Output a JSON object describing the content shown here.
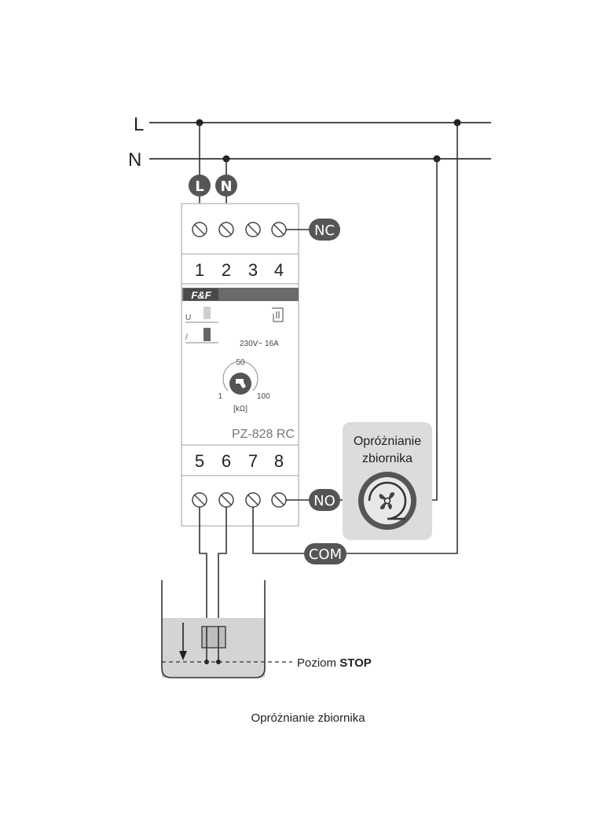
{
  "lines": {
    "l_label": "L",
    "n_label": "N"
  },
  "badges": {
    "l": "L",
    "n": "N",
    "nc": "NC",
    "no": "NO",
    "com": "COM"
  },
  "device": {
    "top_terminals": [
      "1",
      "2",
      "3",
      "4"
    ],
    "bottom_terminals": [
      "5",
      "6",
      "7",
      "8"
    ],
    "brand": "F&F",
    "led_u": "U",
    "led_relay": "/",
    "rating": "230V~ 16A",
    "knob_mid": "50",
    "knob_min": "1",
    "knob_max": "100",
    "knob_unit": "[kΩ]",
    "model": "PZ-828 RC"
  },
  "pump_box": {
    "line1": "Opróżnianie",
    "line2": "zbiornika"
  },
  "tank": {
    "level_label_prefix": "Poziom",
    "level_label_bold": "STOP"
  },
  "caption": "Opróżnianie zbiornika",
  "colors": {
    "wire": "#333333",
    "badge": "#555555",
    "device_band": "#6a6a6a",
    "water": "#d4d4d4",
    "pump_box": "#dcdcdc"
  }
}
